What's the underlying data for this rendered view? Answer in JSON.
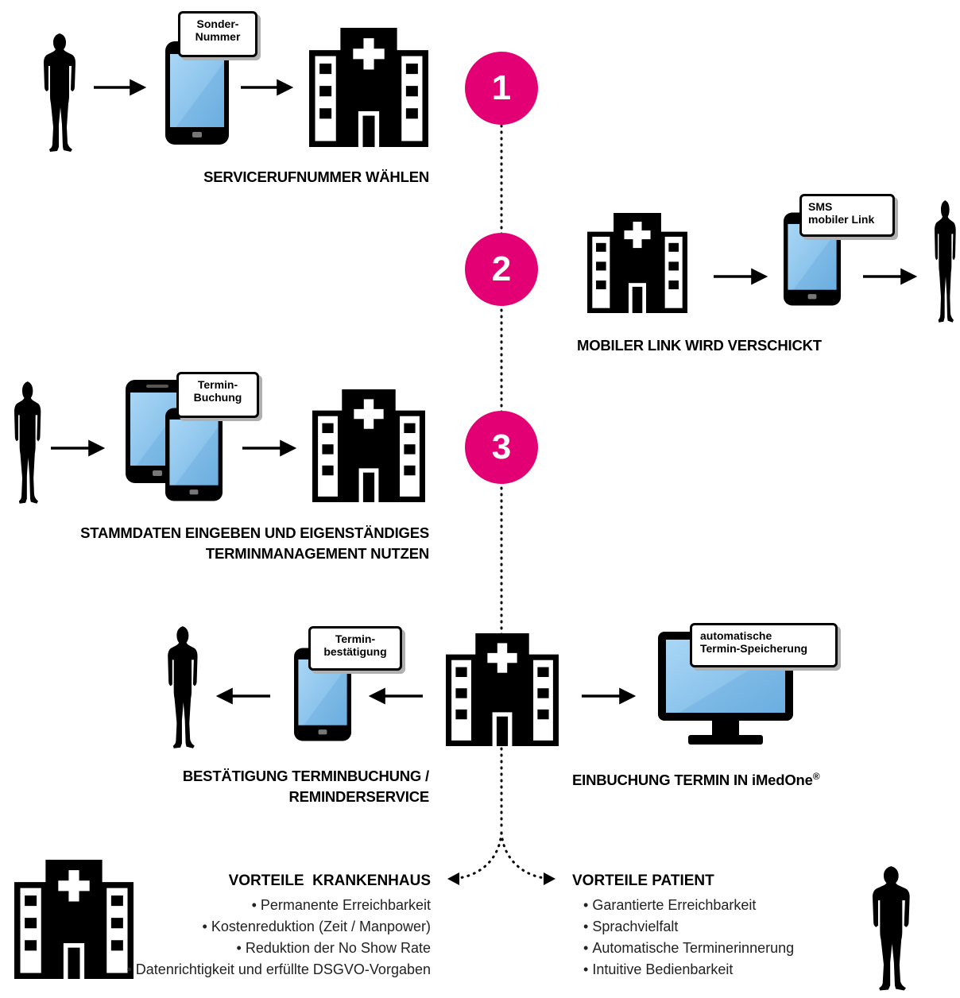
{
  "steps": [
    {
      "number": "1",
      "caption": "SERVICERUFNUMMER WÄHLEN",
      "bubble": [
        "Sonder-",
        "Nummer"
      ]
    },
    {
      "number": "2",
      "caption": "MOBILER LINK WIRD VERSCHICKT",
      "bubble": [
        "SMS",
        "mobiler Link"
      ]
    },
    {
      "number": "3",
      "caption_lines": [
        "STAMMDATEN EINGEBEN UND EIGENSTÄNDIGES",
        "TERMINMANAGEMENT NUTZEN"
      ],
      "bubble": [
        "Termin-",
        "Buchung"
      ]
    }
  ],
  "step4": {
    "left_caption": [
      "BESTÄTIGUNG TERMINBUCHUNG /",
      "REMINDERSERVICE"
    ],
    "left_bubble": [
      "Termin-",
      "bestätigung"
    ],
    "right_caption": "EINBUCHUNG TERMIN IN iMedOne",
    "right_caption_mark": "®",
    "right_bubble": [
      "automatische",
      "Termin-Speicherung"
    ]
  },
  "benefits": {
    "hospital": {
      "title": "VORTEILE  KRANKENHAUS",
      "items": [
        "Permanente Erreichbarkeit",
        "Kostenreduktion (Zeit / Manpower)",
        "Reduktion der No Show Rate",
        "Datenrichtigkeit und erfüllte DSGVO-Vorgaben"
      ]
    },
    "patient": {
      "title": "VORTEILE PATIENT",
      "items": [
        "Garantierte Erreichbarkeit",
        "Sprachvielfalt",
        "Automatische Terminerinnerung",
        "Intuitive Bedienbarkeit"
      ]
    }
  },
  "colors": {
    "accent": "#e20074",
    "screen": "#8fc6ec",
    "icon": "#000000"
  },
  "icons": [
    "person-silhouette-icon",
    "smartphone-icon",
    "hospital-building-icon",
    "monitor-icon",
    "arrow-right-icon",
    "arrow-left-icon"
  ]
}
